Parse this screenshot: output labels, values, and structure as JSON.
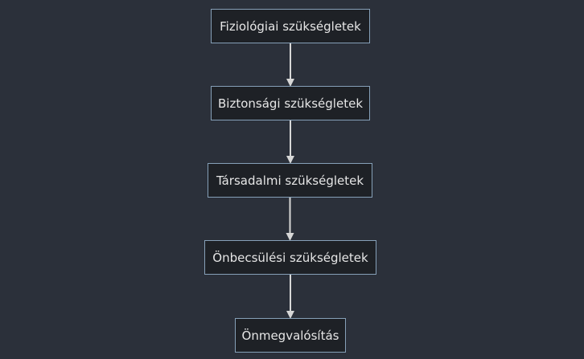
{
  "diagram": {
    "type": "flowchart",
    "direction": "top-down",
    "colors": {
      "background": "#2b303a",
      "node_fill": "#1e2126",
      "node_border": "#86a0b8",
      "text": "#e6e6e6",
      "edge": "#d7d7d7"
    },
    "nodes": [
      {
        "id": "n1",
        "label": "Fiziológiai szükségletek"
      },
      {
        "id": "n2",
        "label": "Biztonsági szükségletek"
      },
      {
        "id": "n3",
        "label": "Társadalmi szükségletek"
      },
      {
        "id": "n4",
        "label": "Önbecsülési szükségletek"
      },
      {
        "id": "n5",
        "label": "Önmegvalósítás"
      }
    ],
    "edges": [
      {
        "from": "n1",
        "to": "n2"
      },
      {
        "from": "n2",
        "to": "n3"
      },
      {
        "from": "n3",
        "to": "n4"
      },
      {
        "from": "n4",
        "to": "n5"
      }
    ]
  }
}
